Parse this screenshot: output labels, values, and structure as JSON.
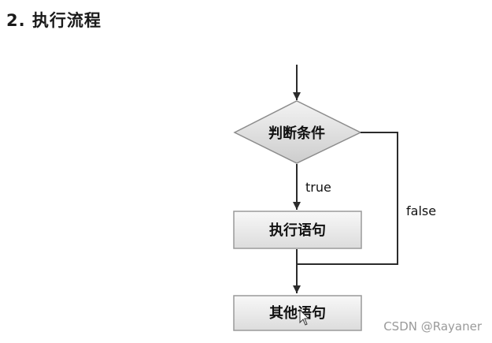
{
  "heading": "2. 执行流程",
  "flowchart": {
    "condition": "判断条件",
    "action": "执行语句",
    "next": "其他语句",
    "true_label": "true",
    "false_label": "false"
  },
  "watermark": "CSDN @Rayaner",
  "colors": {
    "line": "#2b2b2b",
    "box_border": "#9a9a9a",
    "box_fill_top": "#f7f7f7",
    "box_fill_bottom": "#dedede",
    "diamond_fill_top": "#f2f2f2",
    "diamond_fill_bottom": "#cfcfcf"
  },
  "icons": [
    "mouse-cursor-icon"
  ]
}
